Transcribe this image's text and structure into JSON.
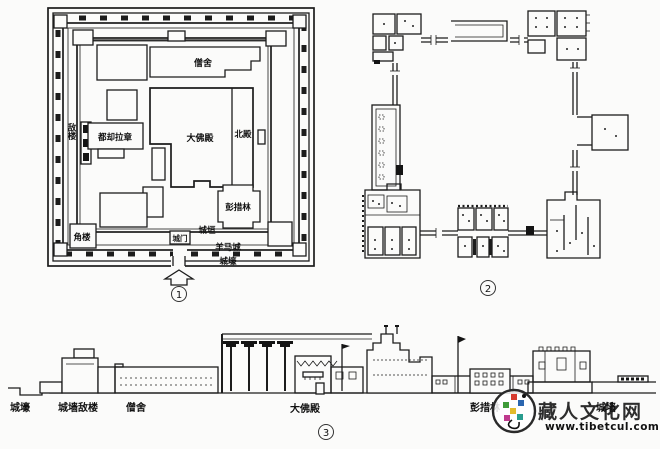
{
  "page": {
    "background": "#fbfbfa",
    "ink_color": "#1c1c1c"
  },
  "figures": {
    "plan1": {
      "number": "1",
      "number_glyph": "①",
      "labels": {
        "sengshe": "僧舍",
        "duquelazhang": "都却拉章",
        "dafodian": "大佛殿",
        "beidian": "北殿",
        "dilou": "敌楼",
        "pengcuolin": "彭措林",
        "chengyuan": "城垣",
        "chengmen": "城门",
        "yangmacheng": "羊马城",
        "jiaolou": "角楼",
        "chenghao": "城壕"
      }
    },
    "plan2": {
      "number": "2",
      "number_glyph": "②"
    },
    "section3": {
      "number": "3",
      "number_glyph": "③",
      "labels": {
        "chenghao": "城壕",
        "chengqiang_dilou": "城墙敌楼",
        "sengshe": "僧舍",
        "dafodian": "大佛殿",
        "pengcuolin": "彭措林",
        "chengqiang": "城墙"
      }
    }
  },
  "watermark": {
    "site_name": "藏人文化网",
    "url": "www.tibetcul.com",
    "text_color": "#474747",
    "url_color": "#8f8f8f",
    "logo_colors": [
      "#d63b2f",
      "#3f9c3a",
      "#2b66b0",
      "#e3bb2c",
      "#bf3a8e",
      "#2a9d8f"
    ]
  }
}
